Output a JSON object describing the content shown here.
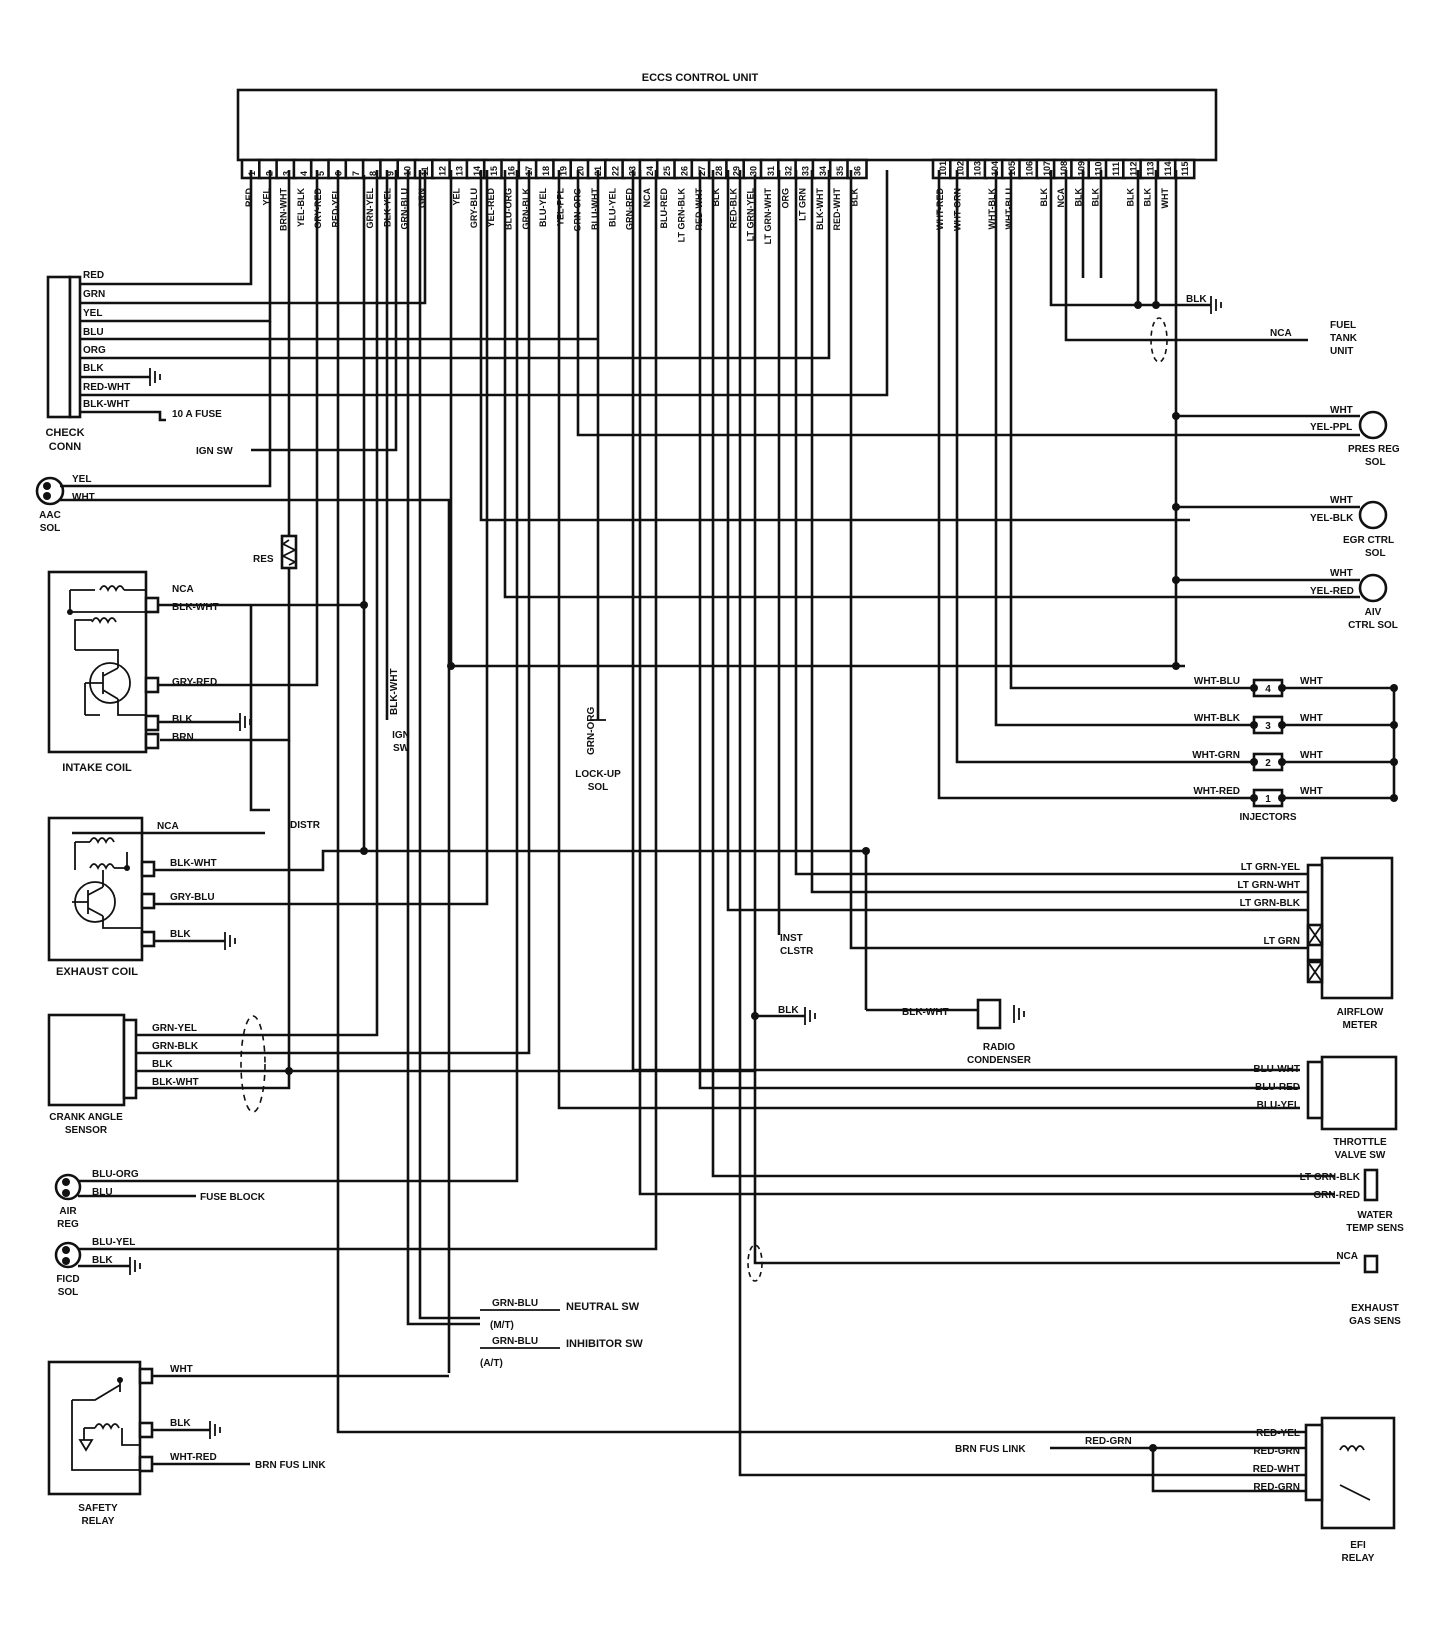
{
  "title": "ECCS CONTROL UNIT",
  "ecu_pins": [
    {
      "n": "1",
      "w": "RED"
    },
    {
      "n": "2",
      "w": "YEL"
    },
    {
      "n": "3",
      "w": "BRN-WHT"
    },
    {
      "n": "4",
      "w": "YEL-BLK"
    },
    {
      "n": "5",
      "w": "GRY-RED"
    },
    {
      "n": "6",
      "w": "RED-YEL"
    },
    {
      "n": "7",
      "w": ""
    },
    {
      "n": "8",
      "w": "GRN-YEL"
    },
    {
      "n": "9",
      "w": "BLK-YEL"
    },
    {
      "n": "10",
      "w": "GRN-BLU"
    },
    {
      "n": "11",
      "w": "GRN"
    },
    {
      "n": "12",
      "w": ""
    },
    {
      "n": "13",
      "w": "YEL"
    },
    {
      "n": "14",
      "w": "GRY-BLU"
    },
    {
      "n": "15",
      "w": "YEL-RED"
    },
    {
      "n": "16",
      "w": "BLU-ORG"
    },
    {
      "n": "17",
      "w": "GRN-BLK"
    },
    {
      "n": "18",
      "w": "BLU-YEL"
    },
    {
      "n": "19",
      "w": "YEL-PPL"
    },
    {
      "n": "20",
      "w": "GRN-ORG"
    },
    {
      "n": "21",
      "w": "BLU-WHT"
    },
    {
      "n": "22",
      "w": "BLU-YEL"
    },
    {
      "n": "23",
      "w": "GRN-RED"
    },
    {
      "n": "24",
      "w": "NCA"
    },
    {
      "n": "25",
      "w": "BLU-RED"
    },
    {
      "n": "26",
      "w": "LT GRN-BLK"
    },
    {
      "n": "27",
      "w": "RED-WHT"
    },
    {
      "n": "28",
      "w": "BLK"
    },
    {
      "n": "29",
      "w": "RED-BLK"
    },
    {
      "n": "30",
      "w": "LT GRN-YEL"
    },
    {
      "n": "31",
      "w": "LT GRN-WHT"
    },
    {
      "n": "32",
      "w": "ORG"
    },
    {
      "n": "33",
      "w": "LT GRN"
    },
    {
      "n": "34",
      "w": "BLK-WHT"
    },
    {
      "n": "35",
      "w": "RED-WHT"
    },
    {
      "n": "36",
      "w": "BLK"
    },
    {
      "n": "101",
      "w": "WHT-RED"
    },
    {
      "n": "102",
      "w": "WHT-GRN"
    },
    {
      "n": "103",
      "w": ""
    },
    {
      "n": "104",
      "w": "WHT-BLK"
    },
    {
      "n": "105",
      "w": "WHT-BLU"
    },
    {
      "n": "106",
      "w": ""
    },
    {
      "n": "107",
      "w": "BLK"
    },
    {
      "n": "108",
      "w": "NCA"
    },
    {
      "n": "109",
      "w": "BLK"
    },
    {
      "n": "110",
      "w": "BLK"
    },
    {
      "n": "111",
      "w": ""
    },
    {
      "n": "112",
      "w": "BLK"
    },
    {
      "n": "113",
      "w": "BLK"
    },
    {
      "n": "114",
      "w": "WHT"
    },
    {
      "n": "115",
      "w": ""
    }
  ],
  "check_conn": {
    "label": "CHECK CONN",
    "wires": [
      "RED",
      "GRN",
      "YEL",
      "BLU",
      "ORG",
      "BLK",
      "RED-WHT",
      "BLK-WHT"
    ],
    "fuse": "10 A FUSE"
  },
  "ign_sw": "IGN SW",
  "aac_sol": {
    "label": "AAC SOL",
    "wires": [
      "YEL",
      "WHT"
    ]
  },
  "res": "RES",
  "intake_coil": {
    "label": "INTAKE COIL",
    "wires": [
      "NCA",
      "BLK-WHT",
      "GRY-RED",
      "BLK",
      "BRN"
    ]
  },
  "ign_sw_vertical": {
    "wire": "BLK-WHT",
    "label": "IGN SW"
  },
  "distr": "DISTR",
  "lockup_sol": {
    "wire": "GRN-ORG",
    "label": "LOCK-UP SOL"
  },
  "exhaust_coil": {
    "label": "EXHAUST COIL",
    "wires": [
      "NCA",
      "BLK-WHT",
      "GRY-BLU",
      "BLK"
    ]
  },
  "crank_angle": {
    "label": "CRANK ANGLE SENSOR",
    "wires": [
      "GRN-YEL",
      "GRN-BLK",
      "BLK",
      "BLK-WHT"
    ]
  },
  "air_reg": {
    "label": "AIR REG",
    "wires": [
      "BLU-ORG",
      "BLU"
    ],
    "fuse": "FUSE BLOCK"
  },
  "ficd_sol": {
    "label": "FICD SOL",
    "wires": [
      "BLU-YEL",
      "BLK"
    ]
  },
  "neutral_sw": {
    "wire": "GRN-BLU",
    "label": "NEUTRAL SW",
    "mt": "(M/T)"
  },
  "inhibitor_sw": {
    "wire": "GRN-BLU",
    "label": "INHIBITOR SW",
    "at": "(A/T)"
  },
  "safety_relay": {
    "label": "SAFETY RELAY",
    "wires": [
      "WHT",
      "BLK",
      "WHT-RED"
    ],
    "fuse": "BRN FUS LINK"
  },
  "fuel_tank": {
    "wire": "NCA",
    "label": "FUEL TANK UNIT",
    "blk": "BLK"
  },
  "pres_reg": {
    "label": "PRES REG SOL",
    "wires": [
      "WHT",
      "YEL-PPL"
    ]
  },
  "egr_ctrl": {
    "label": "EGR CTRL SOL",
    "wires": [
      "WHT",
      "YEL-BLK"
    ]
  },
  "aiv_ctrl": {
    "label": "AIV CTRL SOL",
    "wires": [
      "WHT",
      "YEL-RED"
    ]
  },
  "injectors": {
    "label": "INJECTORS",
    "rows": [
      {
        "in": "WHT-BLU",
        "num": "4",
        "out": "WHT"
      },
      {
        "in": "WHT-BLK",
        "num": "3",
        "out": "WHT"
      },
      {
        "in": "WHT-GRN",
        "num": "2",
        "out": "WHT"
      },
      {
        "in": "WHT-RED",
        "num": "1",
        "out": "WHT"
      }
    ]
  },
  "airflow": {
    "label": "AIRFLOW METER",
    "wires": [
      "LT GRN-YEL",
      "LT GRN-WHT",
      "LT GRN-BLK",
      "LT GRN"
    ]
  },
  "inst_clstr": "INST CLSTR",
  "blk_ground": "BLK",
  "radio_cond": {
    "wire": "BLK-WHT",
    "label": "RADIO CONDENSER"
  },
  "throttle": {
    "label": "THROTTLE VALVE SW",
    "wires": [
      "BLU-WHT",
      "BLU-RED",
      "BLU-YEL"
    ]
  },
  "water_temp": {
    "label": "WATER TEMP SENS",
    "wires": [
      "LT GRN-BLK",
      "GRN-RED"
    ]
  },
  "exh_gas": {
    "label": "EXHAUST GAS SENS",
    "wire": "NCA"
  },
  "efi_relay": {
    "label": "EFI RELAY",
    "fuse": "BRN FUS LINK",
    "mid": "RED-GRN",
    "wires": [
      "RED-YEL",
      "RED-GRN",
      "RED-WHT",
      "RED-GRN"
    ]
  }
}
